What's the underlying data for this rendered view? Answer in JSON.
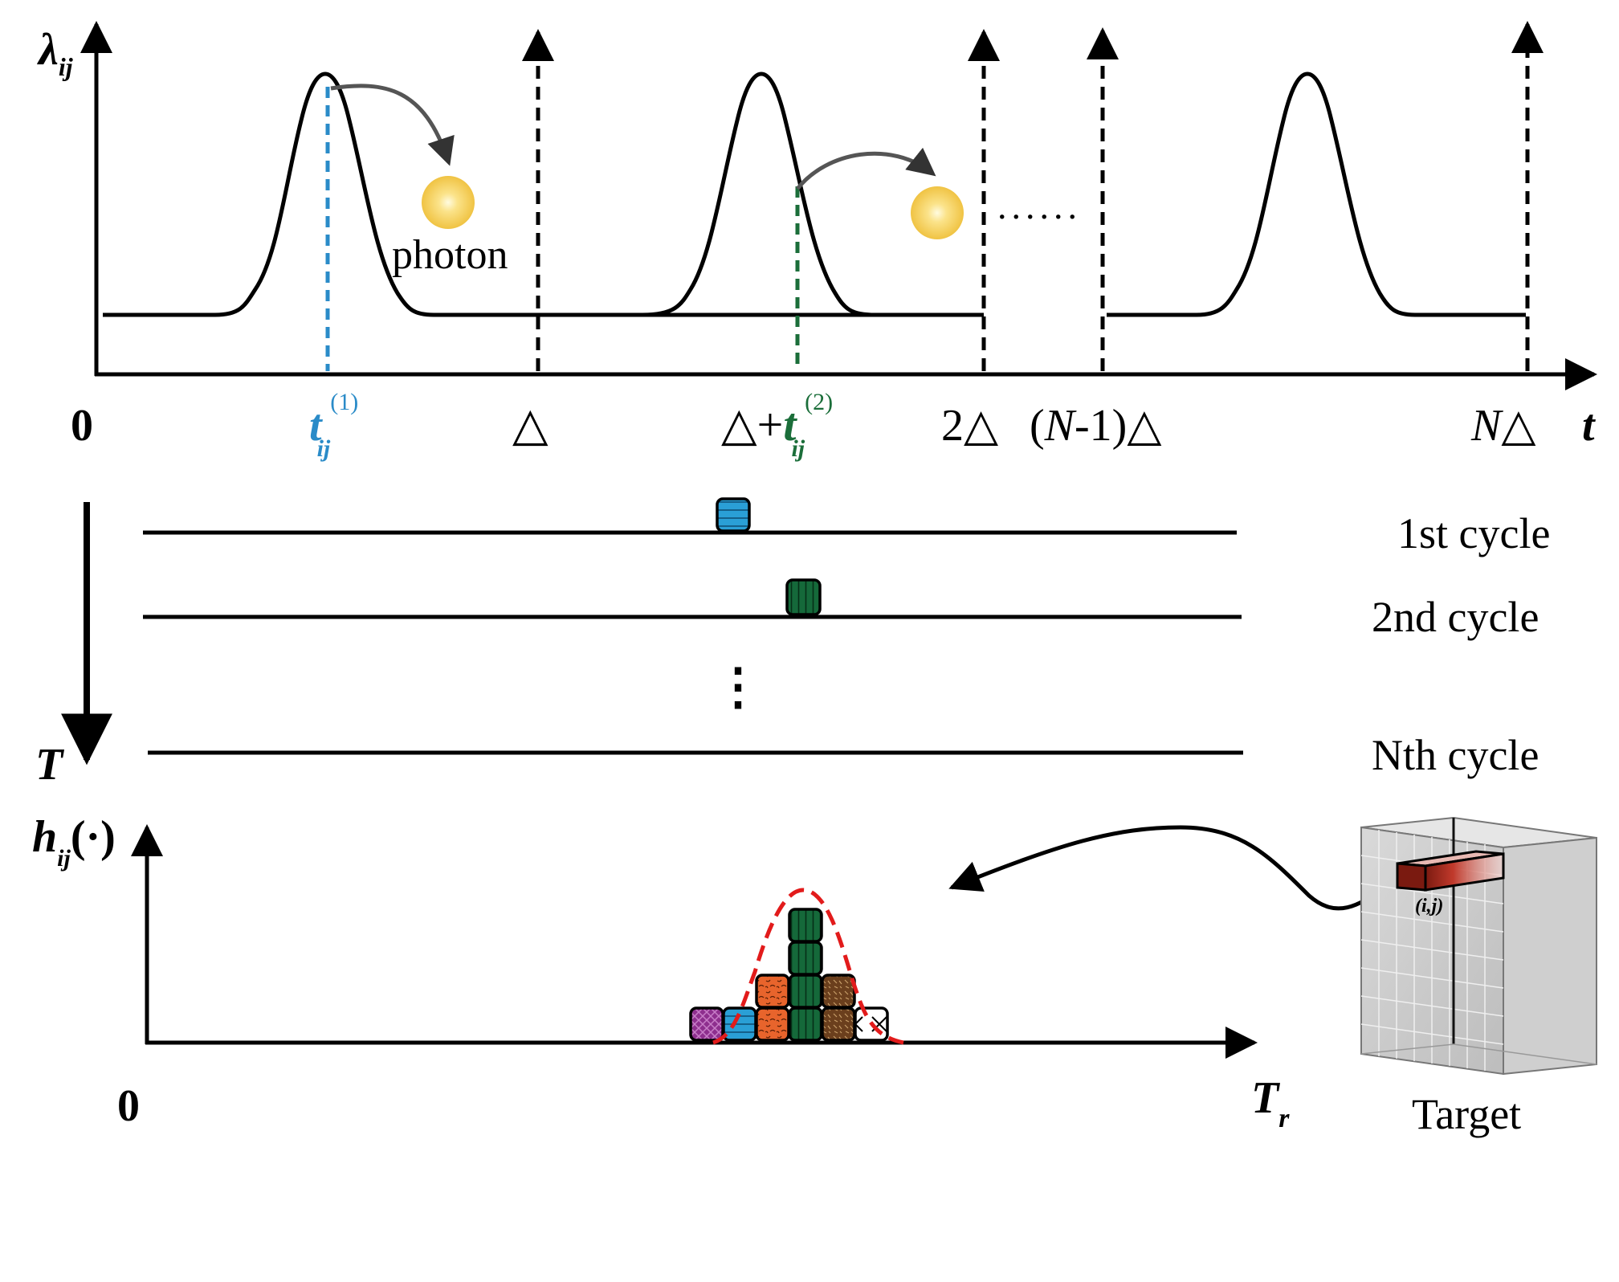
{
  "top_plot": {
    "y_label_main": "λ",
    "y_label_sub": "ij",
    "origin_label": "0",
    "t_label": "t",
    "photon_label": "photon",
    "dots_label": "......",
    "tick_t1_main": "t",
    "tick_t1_sub": "ij",
    "tick_t1_sup": "(1)",
    "tick_delta": "△",
    "tick_delta_t2_prefix": "△+",
    "tick_t2_main": "t",
    "tick_t2_sub": "ij",
    "tick_t2_sup": "(2)",
    "tick_2delta": "2△",
    "tick_n1_open": "(",
    "tick_n1_N": "N",
    "tick_n1_rest": "-1)△",
    "tick_ndelta_N": "N",
    "tick_ndelta_sym": "△"
  },
  "cycles": {
    "axis_label": "T",
    "labels": [
      "1st cycle",
      "2nd cycle",
      "Nth cycle"
    ],
    "vdots": "⋮"
  },
  "histogram": {
    "y_label_main": "h",
    "y_label_sub": "ij",
    "y_label_arg": "(·)",
    "origin_label": "0",
    "x_label_main": "T",
    "x_label_sub": "r",
    "column_heights": [
      1,
      1,
      2,
      4,
      2,
      1
    ],
    "column_colors": [
      "#8e2f8e",
      "#2a9fd6",
      "#e8642c",
      "#15693a",
      "#6b3f1d",
      "#ffffff"
    ]
  },
  "target": {
    "label": "Target",
    "pixel_label": "(i,j)"
  },
  "colors": {
    "blue": "#2a8bc8",
    "green": "#1b6e3a",
    "red_dashed": "#e21b1b",
    "photon": "#f2c94c"
  }
}
